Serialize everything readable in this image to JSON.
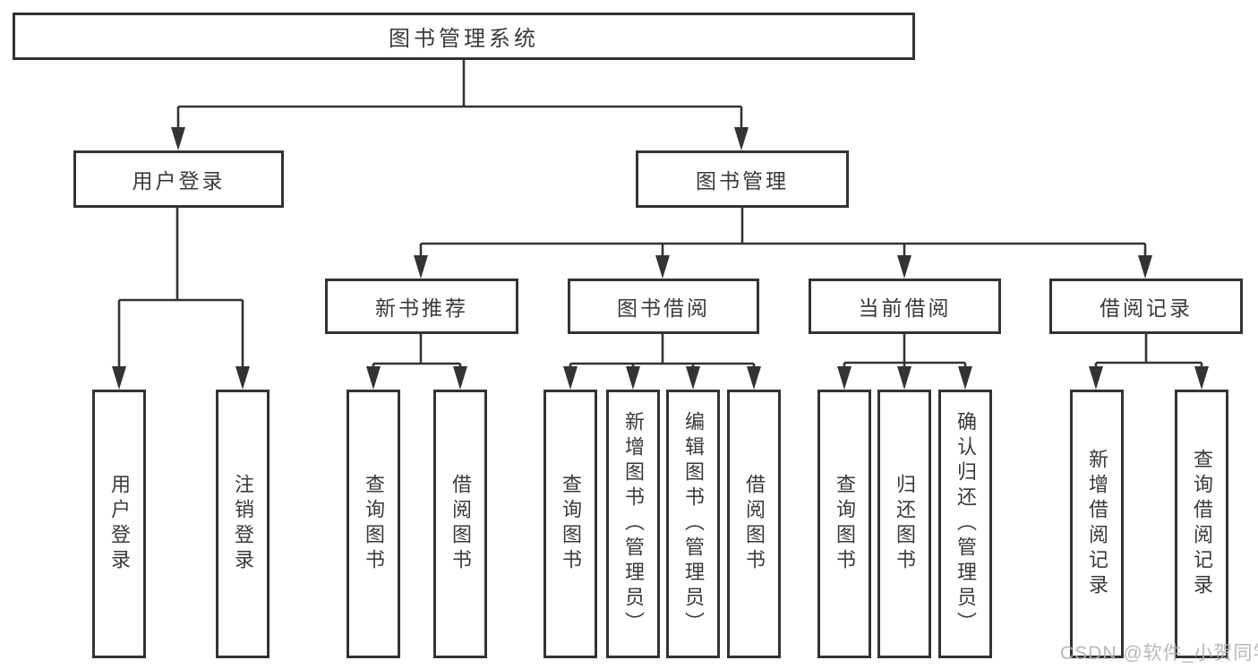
{
  "diagram": {
    "watermark": "CSDN @软件_小贺同学",
    "colors": {
      "line": "#333333",
      "border": "#333333",
      "text": "#3a3a3a",
      "background": "#ffffff",
      "watermark": "#b3b3b3"
    },
    "tree": {
      "label": "图书管理系统",
      "children": [
        {
          "label": "用户登录",
          "children": [
            {
              "label": "用户登录"
            },
            {
              "label": "注销登录"
            }
          ]
        },
        {
          "label": "图书管理",
          "children": [
            {
              "label": "新书推荐",
              "children": [
                {
                  "label": "查询图书"
                },
                {
                  "label": "借阅图书"
                }
              ]
            },
            {
              "label": "图书借阅",
              "children": [
                {
                  "label": "查询图书"
                },
                {
                  "label": "新增图书（管理员）"
                },
                {
                  "label": "编辑图书（管理员）"
                },
                {
                  "label": "借阅图书"
                }
              ]
            },
            {
              "label": "当前借阅",
              "children": [
                {
                  "label": "查询图书"
                },
                {
                  "label": "归还图书"
                },
                {
                  "label": "确认归还（管理员）"
                }
              ]
            },
            {
              "label": "借阅记录",
              "children": [
                {
                  "label": "新增借阅记录"
                },
                {
                  "label": "查询借阅记录"
                }
              ]
            }
          ]
        }
      ]
    }
  }
}
